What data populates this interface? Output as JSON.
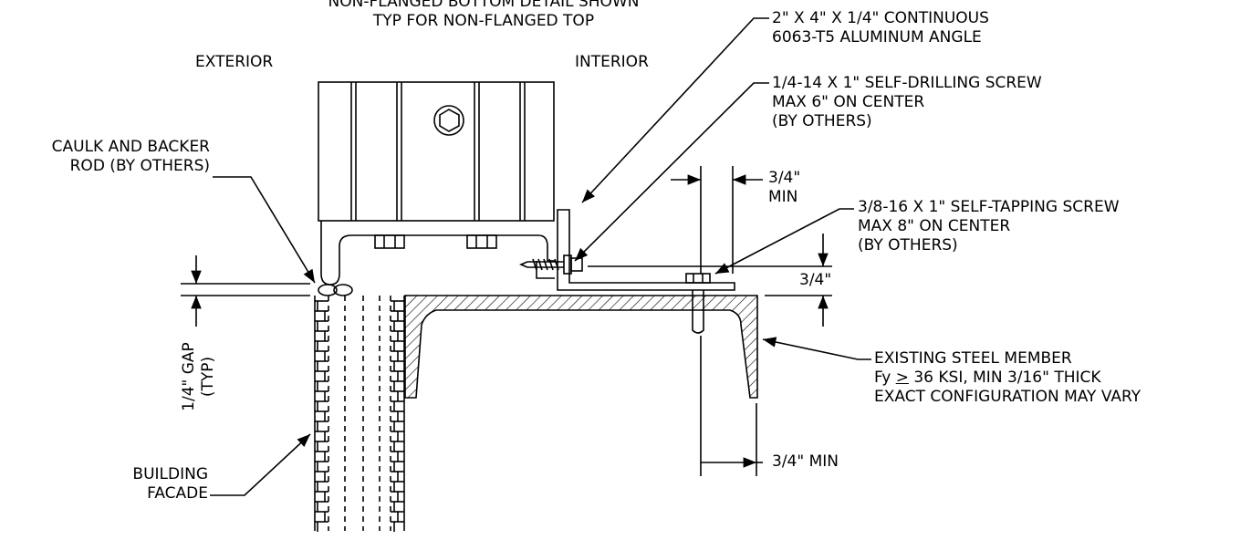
{
  "title": {
    "line1": "NON-FLANGED BOTTOM DETAIL SHOWN",
    "line2": "TYP FOR NON-FLANGED TOP"
  },
  "sides": {
    "exterior": "EXTERIOR",
    "interior": "INTERIOR"
  },
  "callouts": {
    "angle": {
      "line1": "2\" X 4\" X 1/4\" CONTINUOUS",
      "line2": "6063-T5 ALUMINUM ANGLE"
    },
    "drill_screw": {
      "line1": "1/4-14 X 1\" SELF-DRILLING SCREW",
      "line2": "MAX 6\" ON CENTER",
      "line3": "(BY OTHERS)"
    },
    "caulk": {
      "line1": "CAULK AND BACKER",
      "line2": "ROD (BY OTHERS)"
    },
    "tap_screw": {
      "line1": "3/8-16 X 1\" SELF-TAPPING SCREW",
      "line2": "MAX 8\" ON CENTER",
      "line3": "(BY OTHERS)"
    },
    "steel": {
      "line1": "EXISTING STEEL MEMBER",
      "line2_pre": "Fy ",
      "line2_sym": ">",
      "line2_post": " 36 KSI, MIN 3/16\" THICK",
      "line3": "EXACT CONFIGURATION MAY VARY"
    },
    "facade": {
      "line1": "BUILDING",
      "line2": "FACADE"
    }
  },
  "dimensions": {
    "top_edge": {
      "line1": "3/4\"",
      "line2": "MIN"
    },
    "vertical": "3/4\"",
    "bottom_edge": "3/4\" MIN",
    "gap": {
      "line1": "1/4\" GAP",
      "line2": "(TYP)"
    }
  },
  "colors": {
    "line": "#000000",
    "background": "#ffffff"
  }
}
